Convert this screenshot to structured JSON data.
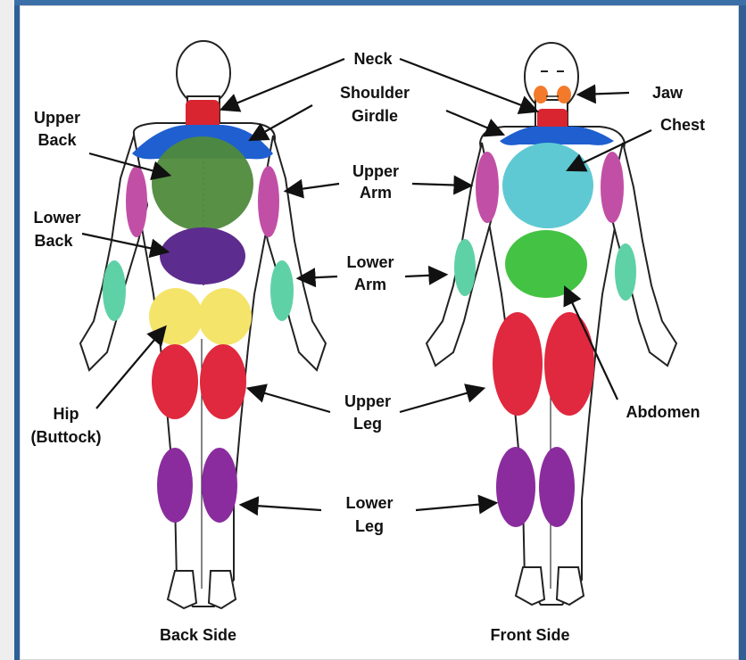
{
  "labels": {
    "neck": "Neck",
    "shoulder_line1": "Shoulder",
    "shoulder_line2": "Girdle",
    "jaw": "Jaw",
    "chest": "Chest",
    "upper_back_line1": "Upper",
    "upper_back_line2": "Back",
    "upper_arm_line1": "Upper",
    "upper_arm_line2": "Arm",
    "lower_back_line1": "Lower",
    "lower_back_line2": "Back",
    "lower_arm_line1": "Lower",
    "lower_arm_line2": "Arm",
    "hip_line1": "Hip",
    "hip_line2": "(Buttock)",
    "upper_leg_line1": "Upper",
    "upper_leg_line2": "Leg",
    "abdomen": "Abdomen",
    "lower_leg_line1": "Lower",
    "lower_leg_line2": "Leg",
    "back_side": "Back Side",
    "front_side": "Front Side"
  },
  "colors": {
    "neck": "#d9252f",
    "shoulder": "#1f5fd0",
    "upper_back": "#4f8a3c",
    "lower_back": "#5d2c8f",
    "upper_arm": "#c24fa6",
    "lower_arm": "#5fd1a6",
    "hip": "#f4e46a",
    "upper_leg": "#e0283e",
    "lower_leg": "#8a2c9e",
    "chest": "#5fc9d3",
    "abdomen": "#44c244",
    "jaw": "#f27a2a",
    "frame": "#2f5f95"
  }
}
